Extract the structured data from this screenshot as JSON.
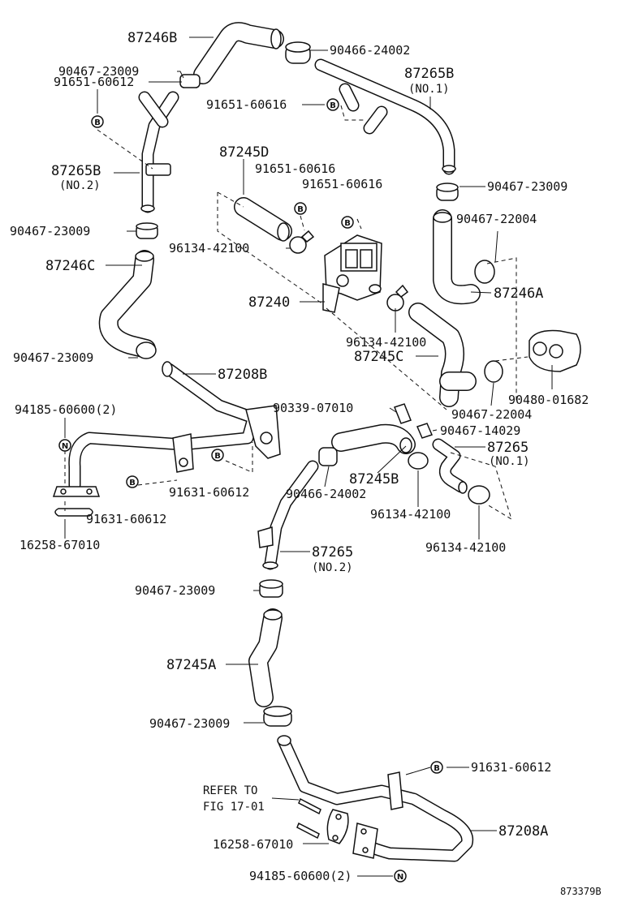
{
  "labels": {
    "p87246B": "87246B",
    "p90466_24002_top": "90466-24002",
    "p90467_23009_a": "90467-23009",
    "p91651_60612": "91651-60612",
    "p87265B_no1": "87265B",
    "p87265B_no1_sub": "(NO.1)",
    "p91651_60616_a": "91651-60616",
    "p87245D": "87245D",
    "p91651_60616_b": "91651-60616",
    "p91651_60616_c": "91651-60616",
    "p87265B_no2": "87265B",
    "p87265B_no2_sub": "(NO.2)",
    "p90467_23009_b": "90467-23009",
    "p90467_23009_right": "90467-23009",
    "p90467_22004_a": "90467-22004",
    "p96134_42100_a": "96134-42100",
    "p87246C": "87246C",
    "p87246A": "87246A",
    "p87240": "87240",
    "p96134_42100_b": "96134-42100",
    "p87245C": "87245C",
    "p90467_23009_c": "90467-23009",
    "p87208B": "87208B",
    "p90480_01682": "90480-01682",
    "p90467_22004_b": "90467-22004",
    "p94185_60600_a": "94185-60600(2)",
    "p90339_07010": "90339-07010",
    "p90467_14029": "90467-14029",
    "p87265_no1": "87265",
    "p87265_no1_sub": "(NO.1)",
    "p87245B": "87245B",
    "p91631_60612_a": "91631-60612",
    "p91631_60612_b": "91631-60612",
    "p90466_24002_mid": "90466-24002",
    "p96134_42100_c": "96134-42100",
    "p16258_67010_a": "16258-67010",
    "p96134_42100_d": "96134-42100",
    "p87265_no2": "87265",
    "p87265_no2_sub": "(NO.2)",
    "p90467_23009_d": "90467-23009",
    "p87245A": "87245A",
    "p90467_23009_e": "90467-23009",
    "p91631_60612_c": "91631-60612",
    "refer_to": "REFER TO",
    "fig_ref": "FIG 17-01",
    "p87208A": "87208A",
    "p16258_67010_b": "16258-67010",
    "p94185_60600_b": "94185-60600(2)"
  },
  "badges": {
    "b": "B",
    "n": "N"
  },
  "figure_code": "873379B"
}
